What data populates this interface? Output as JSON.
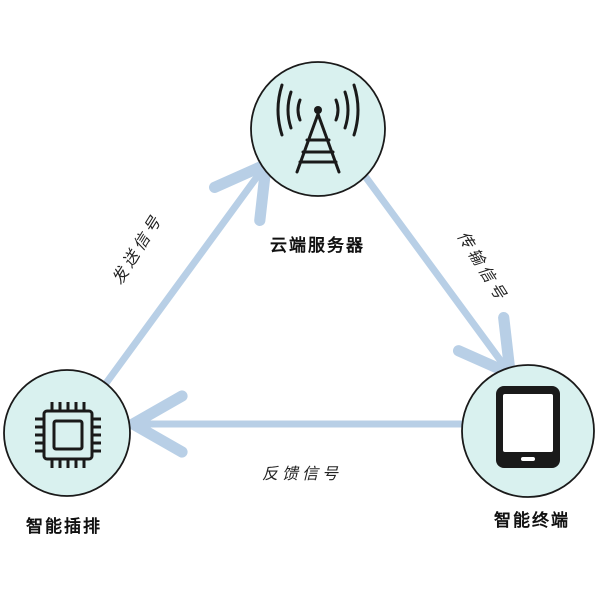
{
  "nodes": {
    "server": {
      "label": "云端服务器",
      "icon": "antenna-tower-icon"
    },
    "plug": {
      "label": "智能插排",
      "icon": "chip-icon"
    },
    "terminal": {
      "label": "智能终端",
      "icon": "tablet-icon"
    }
  },
  "edges": {
    "send": {
      "label": "发送信号",
      "from": "plug",
      "to": "server"
    },
    "transmit": {
      "label": "传输信号",
      "from": "server",
      "to": "terminal"
    },
    "feedback": {
      "label": "反馈信号",
      "from": "terminal",
      "to": "plug"
    }
  },
  "colors": {
    "node_fill": "#d9f1ef",
    "node_stroke": "#1a1a1a",
    "arrow": "#b8cfe6",
    "icon": "#1a1a1a"
  }
}
